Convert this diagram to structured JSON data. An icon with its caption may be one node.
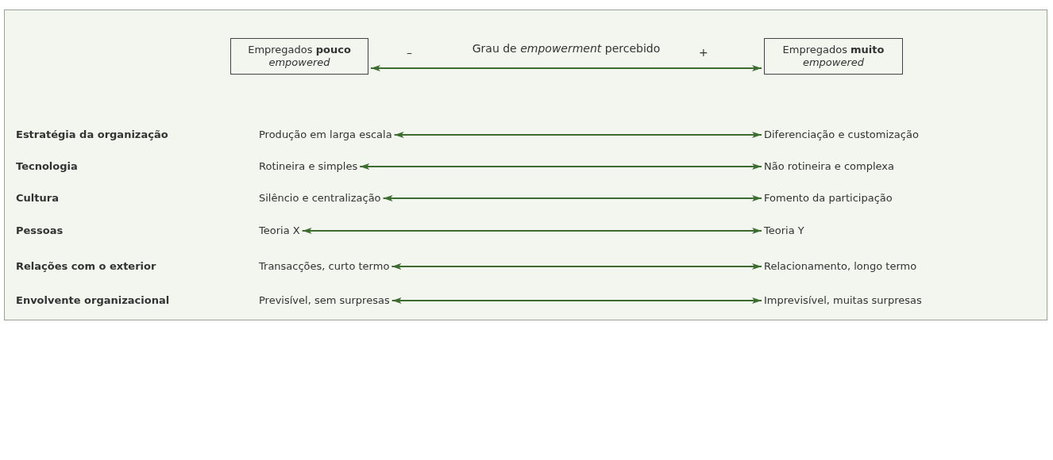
{
  "diagram": {
    "nodes": [
      {
        "text": [
          "Empregados **pouco** *empowered*"
        ]
      },
      {
        "text": [
          "Empregados **muito** *empowered*"
        ]
      },
      {
        "text": [
          "Produção em larga escala"
        ]
      },
      {
        "text": [
          "Diferenciação e customização"
        ]
      },
      {
        "text": [
          "Rotineira e simples"
        ]
      },
      {
        "text": [
          "Não rotineira e complexa"
        ]
      },
      {
        "text": [
          "Silêncio e centralização"
        ]
      },
      {
        "text": [
          "Fomento da participação"
        ]
      },
      {
        "text": [
          "Teoria X"
        ]
      },
      {
        "text": [
          "Teoria Y"
        ]
      },
      {
        "text": [
          "Transacções, curto termo"
        ]
      },
      {
        "text": [
          "Relacionamento, longo termo"
        ]
      },
      {
        "text": [
          "Previsível, sem surpresas"
        ]
      },
      {
        "text": [
          "Imprevisível, muitas surpresas"
        ]
      }
    ],
    "edges": [
      {
        "from": 0,
        "to": 1,
        "arrow": "both",
        "label": "Grau de *empowerment* percebido"
      },
      {
        "from": 2,
        "to": 3,
        "arrow": "both"
      },
      {
        "from": 4,
        "to": 5,
        "arrow": "both"
      },
      {
        "from": 6,
        "to": 7,
        "arrow": "both"
      },
      {
        "from": 8,
        "to": 9,
        "arrow": "both"
      },
      {
        "from": 10,
        "to": 11,
        "arrow": "both"
      },
      {
        "from": 12,
        "to": 13,
        "arrow": "both"
      }
    ],
    "labels": [
      "–",
      "+",
      "Estratégia da organização",
      "Tecnologia",
      "Cultura",
      "Pessoas",
      "Relações com o exterior",
      "Envolvente organizacional"
    ]
  }
}
